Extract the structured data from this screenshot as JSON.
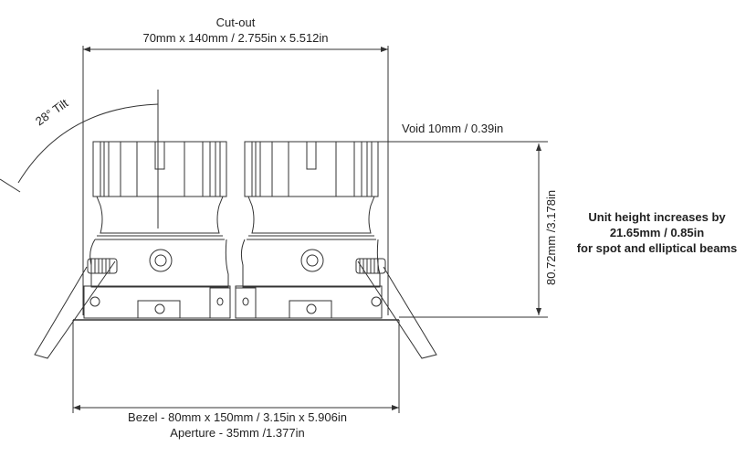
{
  "cutout": {
    "title": "Cut-out",
    "dims": "70mm x 140mm  / 2.755in x 5.512in"
  },
  "tilt": {
    "label": "28° Tilt",
    "degrees": 28
  },
  "void": {
    "label": "Void 10mm / 0.39in"
  },
  "height": {
    "label": "80.72mm /3.178in"
  },
  "note": {
    "lines": [
      "Unit height increases by",
      "21.65mm / 0.85in",
      "for spot and elliptical beams"
    ]
  },
  "bezel": {
    "label": "Bezel - 80mm x 150mm / 3.15in x 5.906in"
  },
  "aperture": {
    "label": "Aperture - 35mm /1.377in"
  }
}
